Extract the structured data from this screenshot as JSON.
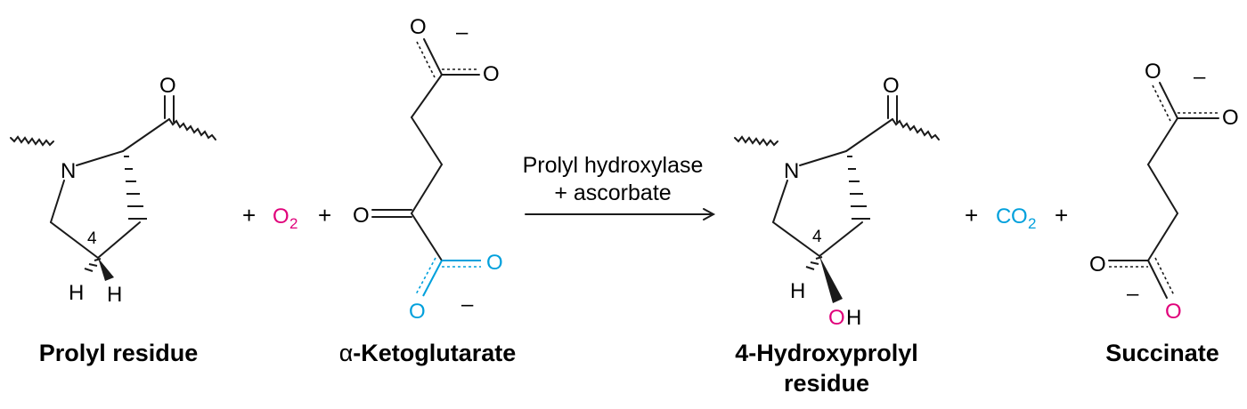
{
  "colors": {
    "ink": "#1a1a1a",
    "magenta": "#e0007a",
    "cyan": "#00a0dc",
    "background": "#ffffff"
  },
  "atoms": {
    "O": "O",
    "N": "N",
    "H": "H",
    "OH_O": "O",
    "OH_H": "H",
    "C": "C",
    "two": "2"
  },
  "charge": "–",
  "plus": "+",
  "carbon_number": "4",
  "arrow": {
    "line1": "Prolyl hydroxylase",
    "line2": "+ ascorbate"
  },
  "labels": {
    "prolyl": "Prolyl residue",
    "alpha_symbol": "α",
    "ketoglutarate": "-Ketoglutarate",
    "hydroxyprolyl_line1": "4-Hydroxyprolyl",
    "hydroxyprolyl_line2": "residue",
    "succinate": "Succinate"
  }
}
